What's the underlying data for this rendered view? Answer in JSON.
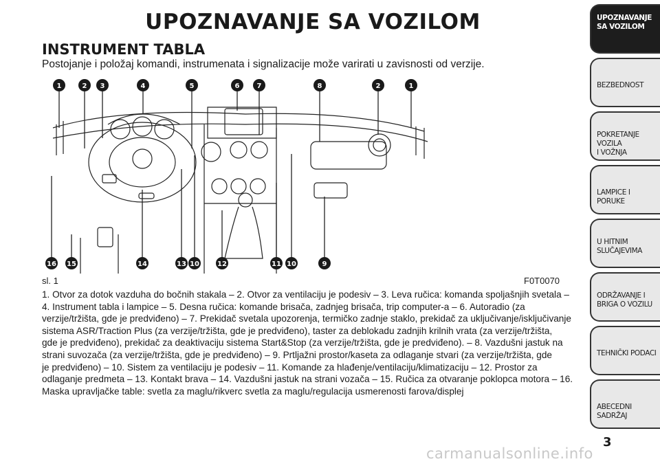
{
  "page": {
    "title": "UPOZNAVANJE SA VOZILOM",
    "section_title": "INSTRUMENT TABLA",
    "intro": "Postojanje i položaj komandi, instrumenata i signalizacije može varirati u zavisnosti od verzije."
  },
  "figure": {
    "label": "sl. 1",
    "code": "F0T0070",
    "callouts_top": [
      "1",
      "2",
      "3",
      "4",
      "5",
      "6",
      "7",
      "8",
      "2",
      "1"
    ],
    "callouts_bottom": [
      "16",
      "15",
      "14",
      "13",
      "10",
      "12",
      "11",
      "10",
      "9"
    ]
  },
  "caption": [
    "1. Otvor za dotok vazduha do bočnih stakala – 2. Otvor za ventilaciju je podesiv – 3. Leva ručica: komanda spoljašnjih svetala –",
    "4. Instrument tabla i lampice – 5. Desna ručica: komande brisača, zadnjeg brisača, trip computer-a – 6. Autoradio (za",
    "verzije/tržišta, gde je predviđeno) – 7. Prekidač svetala upozorenja, termičko zadnje staklo, prekidač za uključivanje/isključivanje",
    "sistema ASR/Traction Plus (za verzije/tržišta, gde je predviđeno), taster za deblokadu zadnjih krilnih vrata (za verzije/tržišta,",
    "gde je predviđeno), prekidač za deaktivaciju sistema Start&Stop (za verzije/tržišta, gde je predviđeno). – 8. Vazdušni jastuk na",
    "strani suvozača (za verzije/tržišta, gde je predviđeno) – 9. Prtljažni prostor/kaseta za odlaganje stvari (za verzije/tržišta, gde",
    "je predviđeno) – 10. Sistem za ventilaciju je podesiv – 11. Komande za hlađenje/ventilaciju/klimatizaciju – 12. Prostor za",
    "odlaganje predmeta – 13. Kontakt brava – 14. Vazdušni jastuk na strani vozača – 15. Ručica za otvaranje poklopca motora – 16.",
    "Maska upravljačke table: svetla za maglu/rikverc svetla za maglu/regulacija usmerenosti farova/displej"
  ],
  "sidebar": {
    "tabs": [
      {
        "lines": [
          "UPOZNAVANJE",
          "SA VOZILOM"
        ],
        "active": true
      },
      {
        "lines": [
          "BEZBEDNOST"
        ],
        "active": false
      },
      {
        "lines": [
          "POKRETANJE VOZILA",
          "I VOŽNJA"
        ],
        "active": false
      },
      {
        "lines": [
          "LAMPICE I PORUKE"
        ],
        "active": false
      },
      {
        "lines": [
          "U HITNIM",
          "SLUČAJEVIMA"
        ],
        "active": false
      },
      {
        "lines": [
          "ODRŽAVANJE I",
          "BRIGA O VOZILU"
        ],
        "active": false
      },
      {
        "lines": [
          "TEHNIČKI PODACI"
        ],
        "active": false
      },
      {
        "lines": [
          "ABECEDNI SADRŽAJ"
        ],
        "active": false
      }
    ]
  },
  "footer": {
    "page_number": "3",
    "watermark": "carmanualsonline.info"
  }
}
